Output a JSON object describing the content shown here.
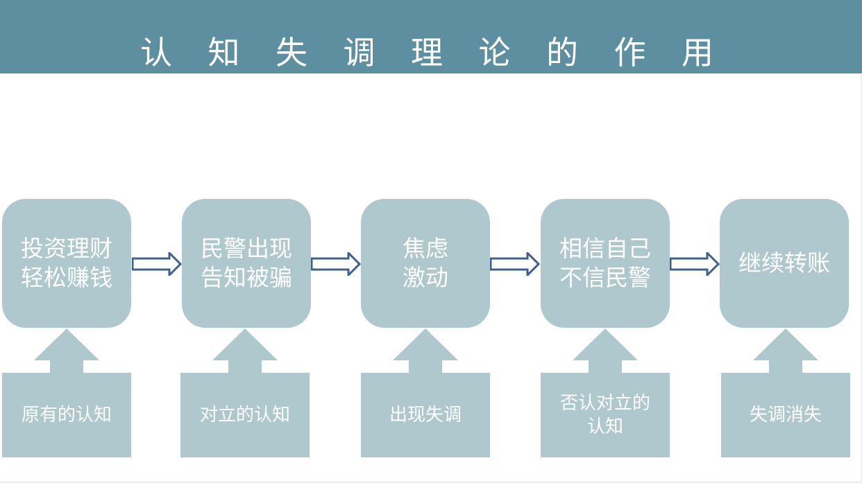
{
  "slide": {
    "title_chars": [
      "认",
      "知",
      "失",
      "调",
      "理",
      "论",
      "的",
      "作",
      "用"
    ],
    "colors": {
      "header_band": "#5e8fa0",
      "boxes": "#afc8ce",
      "arrow_fill": "#ffffff",
      "arrow_stroke": "#3f5f92",
      "text": "#ffffff"
    }
  },
  "steps": [
    {
      "lines": [
        "投资理财",
        "轻松赚钱"
      ]
    },
    {
      "lines": [
        "民警出现",
        "告知被骗"
      ]
    },
    {
      "lines": [
        "焦虑",
        "激动"
      ]
    },
    {
      "lines": [
        "相信自己",
        "不信民警"
      ]
    },
    {
      "lines": [
        "继续转账"
      ]
    }
  ],
  "inputs": [
    {
      "lines": [
        "原有的认知"
      ]
    },
    {
      "lines": [
        "对立的认知"
      ]
    },
    {
      "lines": [
        "出现失调"
      ]
    },
    {
      "lines": [
        "否认对立的",
        "认知"
      ]
    },
    {
      "lines": [
        "失调消失"
      ]
    }
  ]
}
